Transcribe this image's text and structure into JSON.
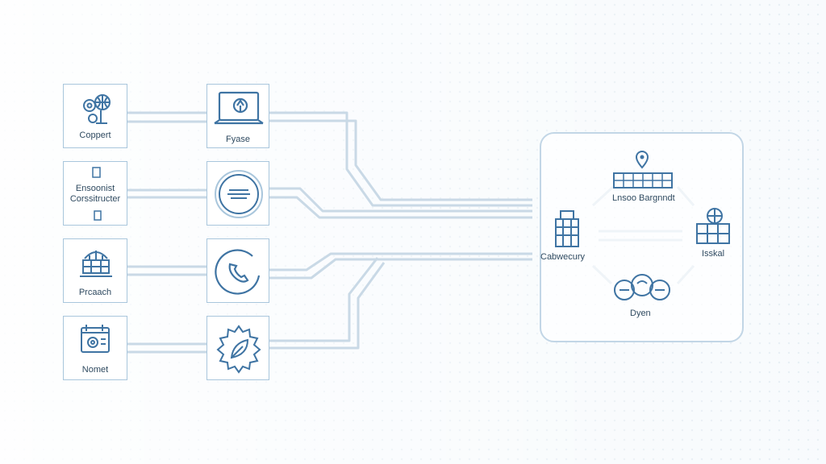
{
  "left_nodes": [
    {
      "label": "Coppert",
      "icon": "gears-globe-icon"
    },
    {
      "label": "Ensoonist\nCorssitructer",
      "icon": "document-icon"
    },
    {
      "label": "Prcaach",
      "icon": "computer-globe-icon"
    },
    {
      "label": "Nomet",
      "icon": "calendar-gear-icon"
    }
  ],
  "middle_nodes": [
    {
      "label": "Fyase",
      "icon": "laptop-icon"
    },
    {
      "label": "",
      "icon": "circle-lines-icon"
    },
    {
      "label": "",
      "icon": "phone-circle-icon"
    },
    {
      "label": "",
      "icon": "gear-leaf-icon"
    }
  ],
  "hub": {
    "top_label": "Lnsoo Bargnndt",
    "left_label": "Cabwecury",
    "right_label": "Isskal",
    "bottom_label": "Dyen"
  },
  "colors": {
    "line": "#c9d9e6",
    "stroke": "#3f74a3",
    "border": "#a9c6dc"
  }
}
